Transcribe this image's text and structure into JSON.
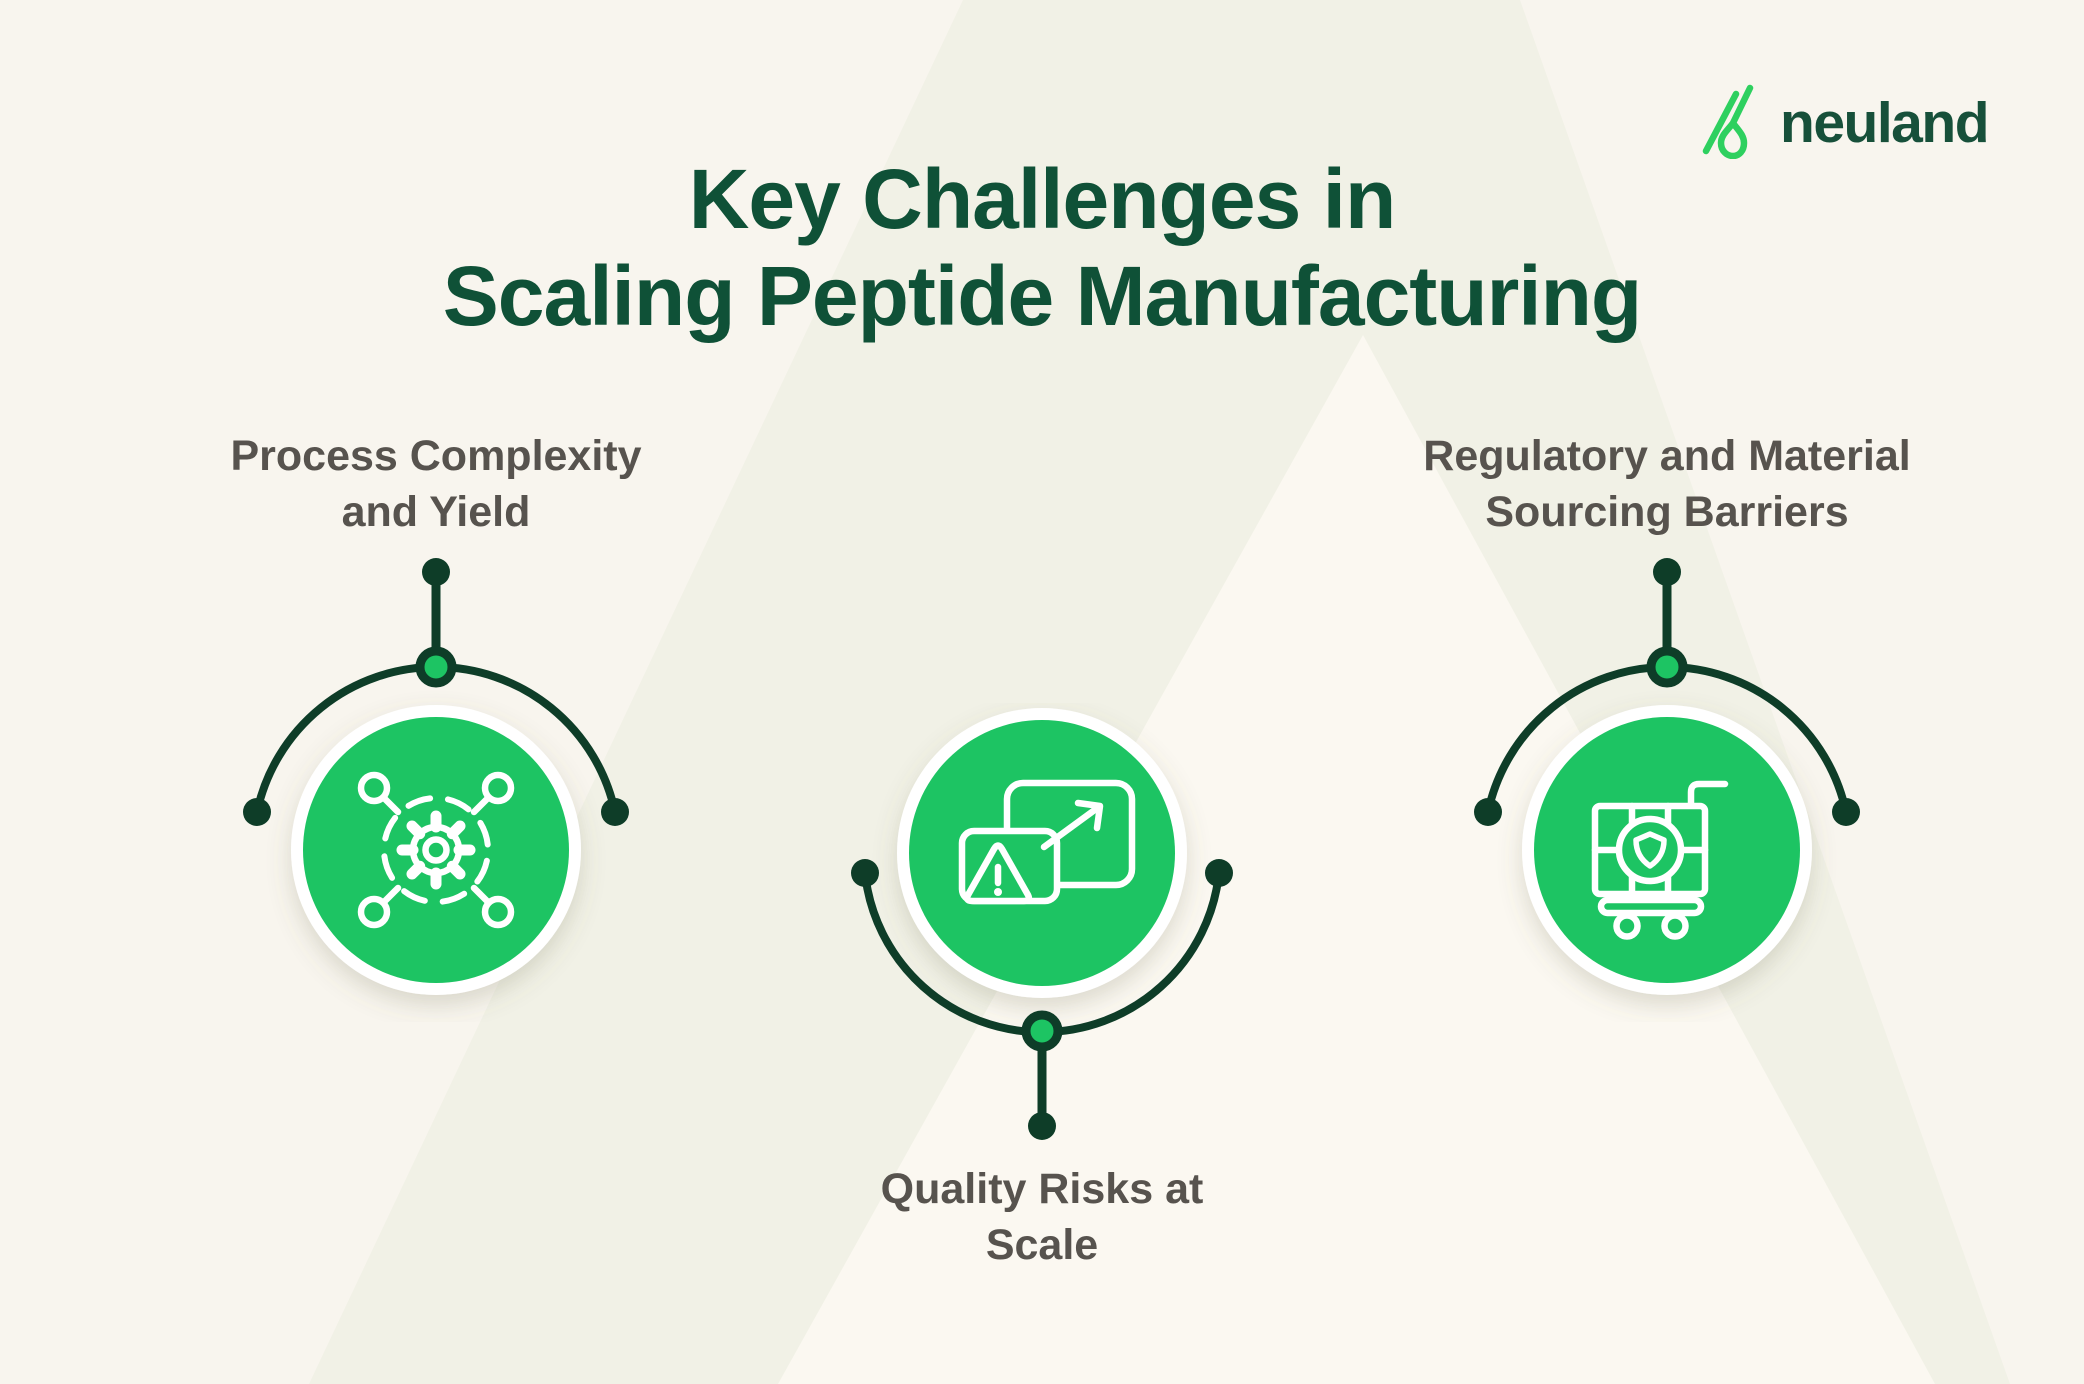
{
  "logo": {
    "brand_wordmark": "neuland"
  },
  "title": {
    "line1": "Key Challenges in",
    "line2": "Scaling Peptide Manufacturing"
  },
  "nodes": [
    {
      "id": "process-complexity",
      "icon": "gear-network-icon",
      "label_lines": [
        "Process Complexity",
        "and Yield"
      ]
    },
    {
      "id": "quality-risks",
      "icon": "expand-warning-icon",
      "label_lines": [
        "Quality Risks at",
        "Scale"
      ]
    },
    {
      "id": "regulatory-sourcing",
      "icon": "cart-shield-icon",
      "label_lines": [
        "Regulatory and Material",
        "Sourcing Barriers"
      ]
    }
  ],
  "colors": {
    "bg-base": "#F8F5EE",
    "bg-tint": "#F1F1E6",
    "bg-bright": "#FBF8F1",
    "accent-green": "#1DC463",
    "dark-green": "#0E3D28",
    "title-green": "#0F5137",
    "label-gray": "#57534E",
    "logo-green": "#2ED05F",
    "logo-text-green": "#17503A"
  }
}
